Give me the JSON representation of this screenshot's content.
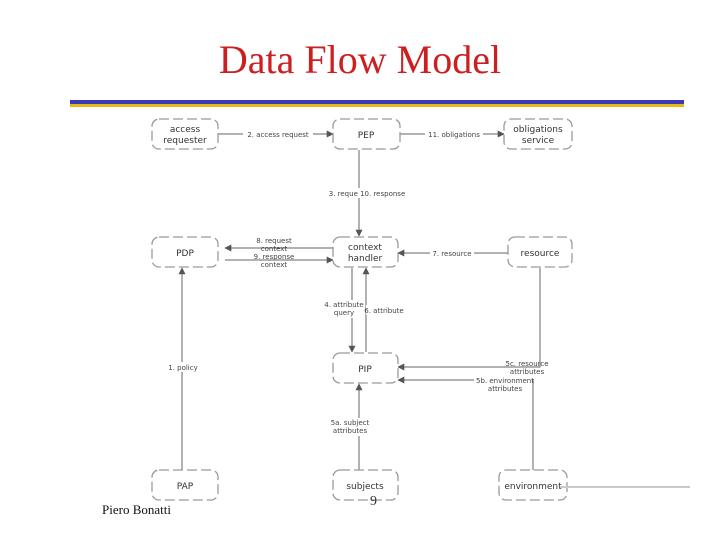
{
  "slide": {
    "title": "Data Flow Model",
    "author": "Piero Bonatti",
    "page_number": "9"
  },
  "diagram": {
    "nodes": {
      "access_requester": [
        "access",
        "requester"
      ],
      "pep": [
        "PEP"
      ],
      "obligations_service": [
        "obligations",
        "service"
      ],
      "pdp": [
        "PDP"
      ],
      "context_handler": [
        "context",
        "handler"
      ],
      "resource": [
        "resource"
      ],
      "pip": [
        "PIP"
      ],
      "pap": [
        "PAP"
      ],
      "subjects": [
        "subjects"
      ],
      "environment": [
        "environment"
      ]
    },
    "edges": {
      "access_request": [
        "2. access request"
      ],
      "obligations": [
        "11. obligations"
      ],
      "request_response": [
        "3. reque 10. response"
      ],
      "request_context": [
        "8. request",
        "context"
      ],
      "response_context": [
        "9. response",
        "context"
      ],
      "resource_label": [
        "7. resource"
      ],
      "attribute_query": [
        "4. attribute",
        "query"
      ],
      "attribute": [
        "6. attribute"
      ],
      "policy": [
        "1. policy"
      ],
      "resource_attributes": [
        "5c. resource",
        "attributes"
      ],
      "environment_attributes": [
        "5b. environment",
        "attributes"
      ],
      "subject_attributes": [
        "5a. subject",
        "attributes"
      ]
    }
  }
}
